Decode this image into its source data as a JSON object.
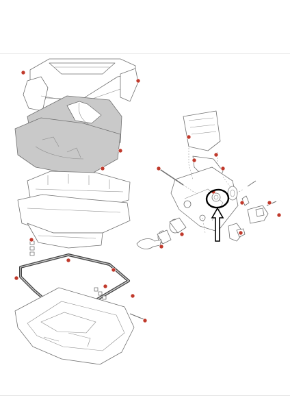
{
  "diagram": {
    "type": "exploded-parts-view",
    "callout_color": "#c0392b",
    "highlight_color": "#000000",
    "callouts": [
      {
        "id": "c-lid-trim"
      },
      {
        "id": "c-lid-trim-right"
      },
      {
        "id": "c-seat-cushion"
      },
      {
        "id": "c-seat-base"
      },
      {
        "id": "c-gasket-left"
      },
      {
        "id": "c-gasket-right"
      },
      {
        "id": "c-gasket-bottom"
      },
      {
        "id": "c-clips"
      },
      {
        "id": "c-latch-cover"
      },
      {
        "id": "c-latch-bracket"
      },
      {
        "id": "c-latch-rod"
      },
      {
        "id": "c-latch-spring"
      },
      {
        "id": "c-latch-screw"
      },
      {
        "id": "c-lock-plate"
      },
      {
        "id": "c-cylinder"
      },
      {
        "id": "c-key"
      },
      {
        "id": "c-tub-bolt"
      }
    ],
    "highlighted_part": "latch-pivot",
    "pointer": "up-arrow"
  }
}
